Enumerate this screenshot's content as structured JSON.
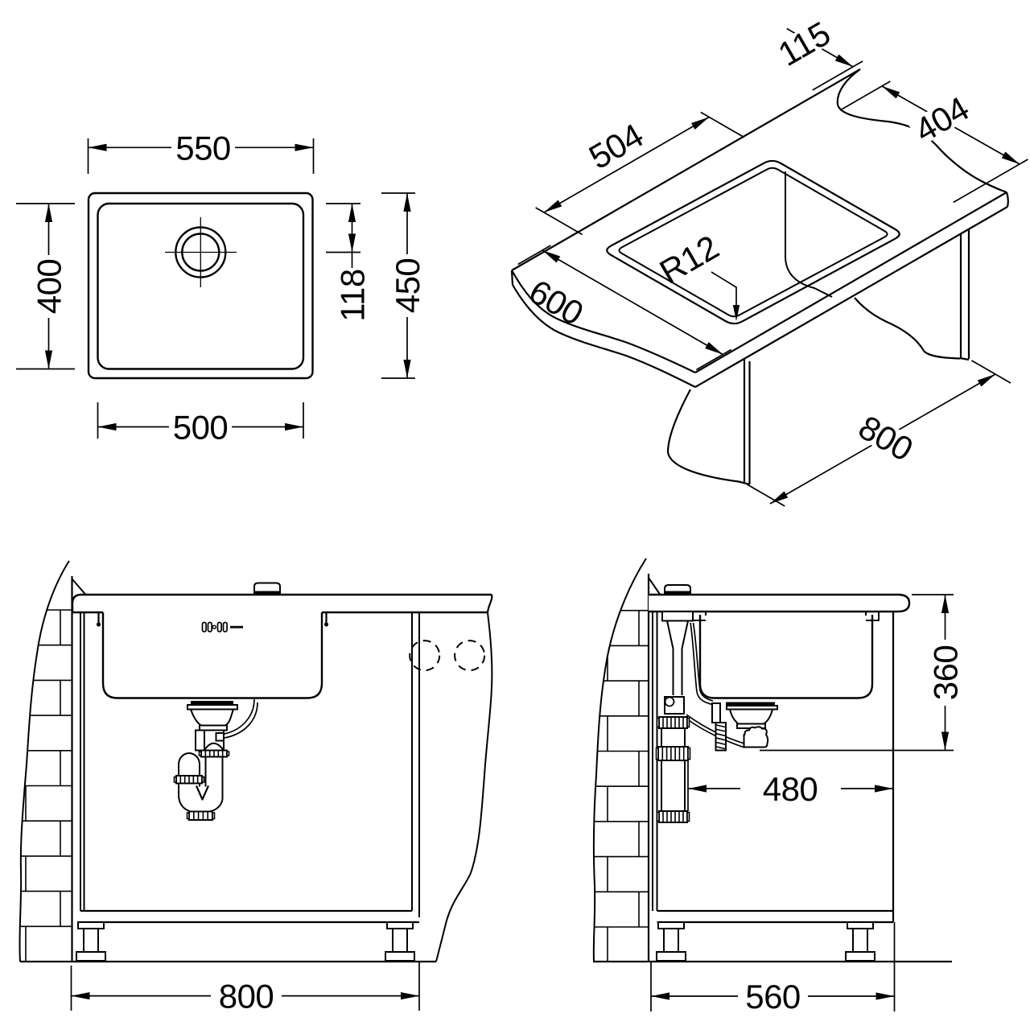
{
  "drawing": {
    "type": "technical-installation-drawing",
    "subject": "undermount kitchen sink with cabinet and plumbing",
    "unit_system": "millimetres"
  },
  "views": {
    "top": {
      "width_top": "550",
      "width_bottom": "500",
      "height_left": "400",
      "height_right": "450",
      "drain_offset": "118"
    },
    "iso": {
      "back_offset": "115",
      "cutout_width": "404",
      "cutout_length": "504",
      "counter_depth": "600",
      "counter_length": "800",
      "corner_radius": "R12"
    },
    "front": {
      "cabinet_width": "800"
    },
    "side": {
      "mount_depth": "360",
      "clearance": "480",
      "cabinet_depth": "560"
    }
  },
  "colors": {
    "line": "#000000",
    "background": "#ffffff"
  }
}
